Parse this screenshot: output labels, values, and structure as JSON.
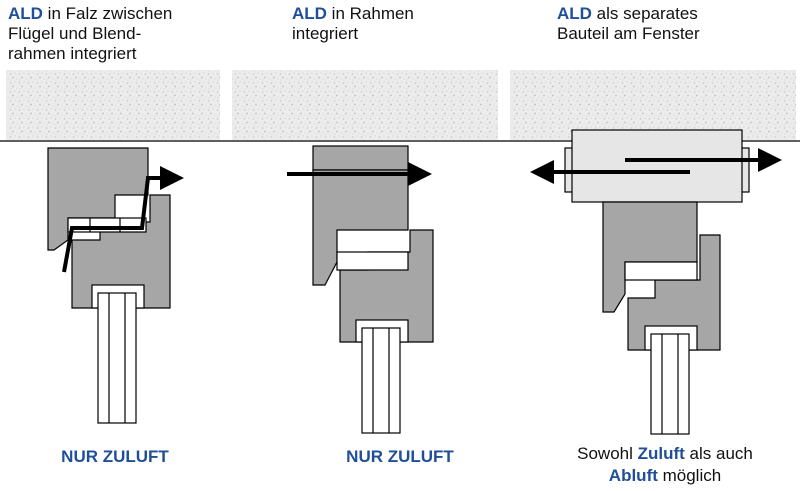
{
  "panels": [
    {
      "caption_key": "ALD",
      "caption_rest_1": " in Falz zwischen",
      "caption_line_2": "Flügel und Blend-",
      "caption_line_3": "rahmen integriert",
      "footer": "NUR ZULUFT"
    },
    {
      "caption_key": "ALD",
      "caption_rest_1": " in Rahmen",
      "caption_line_2": "integriert",
      "footer": "NUR ZULUFT"
    },
    {
      "caption_key": "ALD",
      "caption_rest_1": " als separates",
      "caption_line_2": "Bauteil am Fenster",
      "footer_prefix": "Sowohl ",
      "footer_key_1": "Zuluft",
      "footer_mid": " als auch",
      "footer_key_2": "Abluft",
      "footer_suffix": " möglich"
    }
  ],
  "colors": {
    "accent": "#1f4e9a",
    "frame": "#a6a6a6",
    "ald_box": "#e6e6e6",
    "wall": "#ececec"
  }
}
